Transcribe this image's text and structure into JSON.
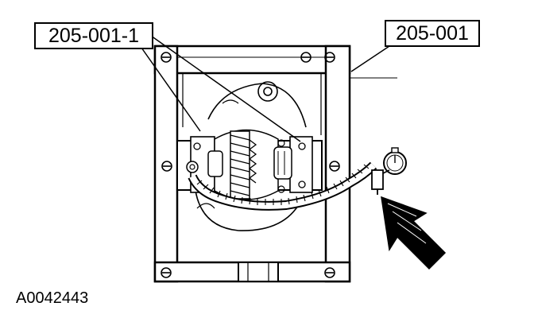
{
  "callouts": {
    "tool_left": "205-001-1",
    "tool_right": "205-001"
  },
  "figure_id": "A0042443",
  "colors": {
    "ink": "#000000",
    "paper": "#ffffff"
  }
}
